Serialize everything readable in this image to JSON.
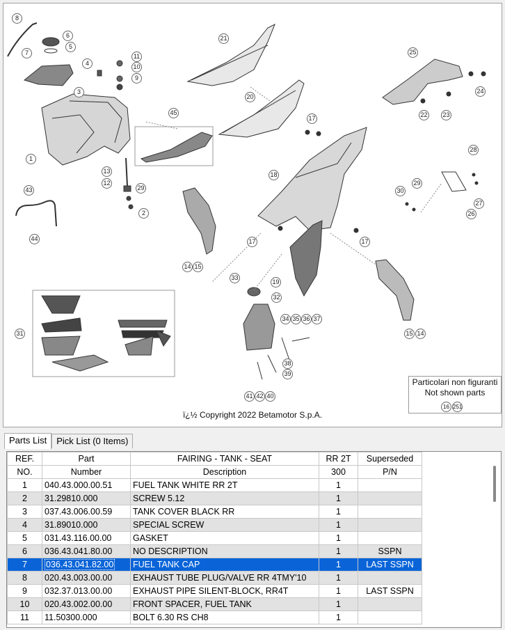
{
  "diagram": {
    "copyright": "ï¿½ Copyright 2022 Betamotor S.p.A.",
    "note_line1": "Particolari non figuranti",
    "note_line2": "Not shown parts",
    "note_refs": [
      "16",
      "251"
    ],
    "callouts": [
      "1",
      "2",
      "3",
      "4",
      "5",
      "6",
      "7",
      "8",
      "9",
      "10",
      "11",
      "12",
      "13",
      "14",
      "15",
      "14",
      "15",
      "17",
      "17",
      "17",
      "18",
      "19",
      "20",
      "21",
      "22",
      "23",
      "24",
      "25",
      "26",
      "27",
      "28",
      "29",
      "29",
      "30",
      "31",
      "32",
      "33",
      "34",
      "35",
      "36",
      "37",
      "38",
      "39",
      "40",
      "41",
      "42",
      "43",
      "44",
      "45"
    ]
  },
  "tabs": {
    "parts_list": "Parts List",
    "pick_list": "Pick List (0 Items)"
  },
  "table": {
    "header1": [
      "REF.",
      "Part",
      "FAIRING - TANK - SEAT",
      "RR 2T",
      "Superseded"
    ],
    "header2": [
      "NO.",
      "Number",
      "Description",
      "300",
      "P/N"
    ],
    "rows": [
      {
        "ref": "1",
        "part": "040.43.000.00.51",
        "desc": "FUEL TANK WHITE RR 2T",
        "qty": "1",
        "sup": ""
      },
      {
        "ref": "2",
        "part": "31.29810.000",
        "desc": "SCREW 5.12",
        "qty": "1",
        "sup": ""
      },
      {
        "ref": "3",
        "part": "037.43.006.00.59",
        "desc": "TANK COVER BLACK RR",
        "qty": "1",
        "sup": ""
      },
      {
        "ref": "4",
        "part": "31.89010.000",
        "desc": "SPECIAL SCREW",
        "qty": "1",
        "sup": ""
      },
      {
        "ref": "5",
        "part": "031.43.116.00.00",
        "desc": "GASKET",
        "qty": "1",
        "sup": ""
      },
      {
        "ref": "6",
        "part": "036.43.041.80.00",
        "desc": "NO DESCRIPTION",
        "qty": "1",
        "sup": "SSPN"
      },
      {
        "ref": "7",
        "part": "036.43.041.82.00",
        "desc": "FUEL TANK CAP",
        "qty": "1",
        "sup": "LAST SSPN"
      },
      {
        "ref": "8",
        "part": "020.43.003.00.00",
        "desc": "EXHAUST TUBE PLUG/VALVE RR 4TMY'10",
        "qty": "1",
        "sup": ""
      },
      {
        "ref": "9",
        "part": "032.37.013.00.00",
        "desc": "EXHAUST PIPE SILENT-BLOCK, RR4T",
        "qty": "1",
        "sup": "LAST SSPN"
      },
      {
        "ref": "10",
        "part": "020.43.002.00.00",
        "desc": "FRONT SPACER, FUEL TANK",
        "qty": "1",
        "sup": ""
      },
      {
        "ref": "11",
        "part": "11.50300.000",
        "desc": "BOLT 6.30 RS CH8",
        "qty": "1",
        "sup": ""
      }
    ],
    "selected_index": 6
  }
}
